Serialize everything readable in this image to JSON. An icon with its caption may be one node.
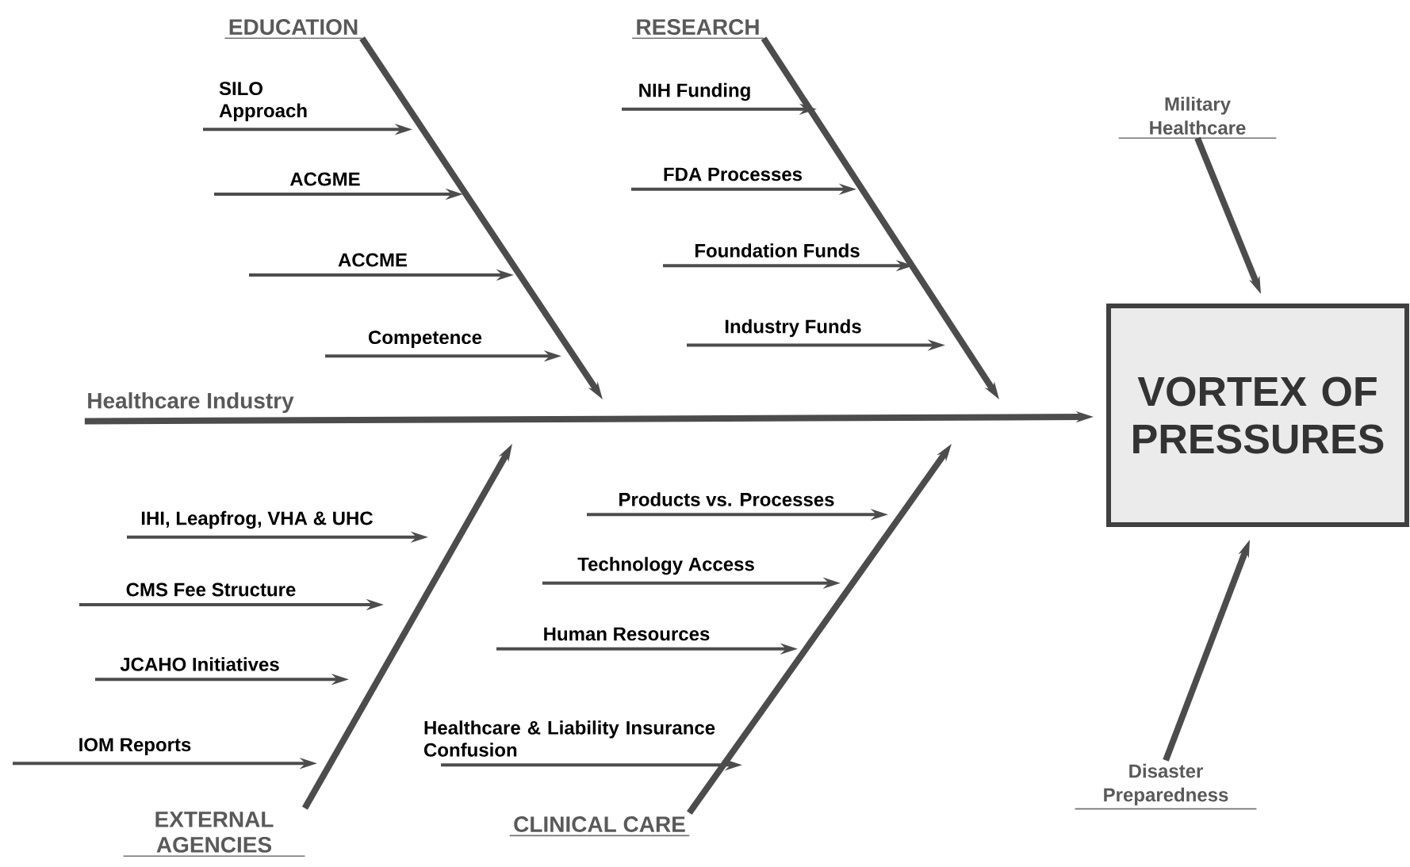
{
  "diagram": {
    "nodes": [
      {
        "text": [
          "EDUCATION"
        ]
      },
      {
        "text": [
          "RESEARCH"
        ]
      },
      {
        "text": [
          "SILO Approach"
        ]
      },
      {
        "text": [
          "ACGME"
        ]
      },
      {
        "text": [
          "ACCME"
        ]
      },
      {
        "text": [
          "Competence"
        ]
      },
      {
        "text": [
          "NIH Funding"
        ]
      },
      {
        "text": [
          "FDA Processes"
        ]
      },
      {
        "text": [
          "Foundation Funds"
        ]
      },
      {
        "text": [
          "Industry Funds"
        ]
      },
      {
        "text": [
          "Healthcare Industry"
        ]
      },
      {
        "text": [
          "VORTEX OF PRESSURES"
        ]
      },
      {
        "text": [
          "Military Healthcare"
        ]
      },
      {
        "text": [
          "IHI, Leapfrog, VHA & UHC"
        ]
      },
      {
        "text": [
          "CMS Fee Structure"
        ]
      },
      {
        "text": [
          "JCAHO Initiatives"
        ]
      },
      {
        "text": [
          "IOM Reports"
        ]
      },
      {
        "text": [
          "EXTERNAL AGENCIES"
        ]
      },
      {
        "text": [
          "Products vs. Processes"
        ]
      },
      {
        "text": [
          "Technology Access"
        ]
      },
      {
        "text": [
          "Human Resources"
        ]
      },
      {
        "text": [
          "Healthcare & Liability Insurance Confusion"
        ]
      },
      {
        "text": [
          "CLINICAL CARE"
        ]
      },
      {
        "text": [
          "Disaster Preparedness"
        ]
      }
    ],
    "edges": [
      {
        "from": 0,
        "to": null,
        "arrow": "to",
        "style": "thick"
      },
      {
        "from": 1,
        "to": null,
        "arrow": "to",
        "style": "thick"
      },
      {
        "from": 2,
        "to": null,
        "arrow": "to"
      },
      {
        "from": 3,
        "to": null,
        "arrow": "to"
      },
      {
        "from": 4,
        "to": null,
        "arrow": "to"
      },
      {
        "from": 5,
        "to": null,
        "arrow": "to"
      },
      {
        "from": 6,
        "to": null,
        "arrow": "to"
      },
      {
        "from": 7,
        "to": null,
        "arrow": "to"
      },
      {
        "from": 8,
        "to": null,
        "arrow": "to"
      },
      {
        "from": 9,
        "to": null,
        "arrow": "to"
      },
      {
        "from": 10,
        "to": 11,
        "arrow": "to",
        "style": "thick"
      },
      {
        "from": 12,
        "to": 11,
        "arrow": "to",
        "style": "thick"
      },
      {
        "from": 13,
        "to": null,
        "arrow": "to"
      },
      {
        "from": 14,
        "to": null,
        "arrow": "to"
      },
      {
        "from": 15,
        "to": null,
        "arrow": "to"
      },
      {
        "from": 16,
        "to": null,
        "arrow": "to"
      },
      {
        "from": 17,
        "to": null,
        "arrow": "to",
        "style": "thick"
      },
      {
        "from": 18,
        "to": null,
        "arrow": "to"
      },
      {
        "from": 19,
        "to": null,
        "arrow": "to"
      },
      {
        "from": 20,
        "to": null,
        "arrow": "to"
      },
      {
        "from": 21,
        "to": null,
        "arrow": "to"
      },
      {
        "from": 22,
        "to": null,
        "arrow": "to",
        "style": "thick"
      },
      {
        "from": 23,
        "to": 11,
        "arrow": "to",
        "style": "thick"
      }
    ]
  }
}
